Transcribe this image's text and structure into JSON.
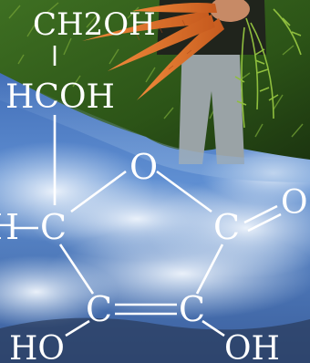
{
  "colors": {
    "foliage_dark": "#1f3a14",
    "foliage": "#3d6a22",
    "foliage_light": "#7fae3c",
    "carrot": "#e0702c",
    "carrot_dark": "#b9501a",
    "sky_top": "#3d66b0",
    "sky_mid": "#6f9ad6",
    "cloud": "#e4eef8",
    "formula_stroke": "#ffffff"
  },
  "formula": {
    "ch2oh": "CH2OH",
    "hcoh": "HCOH",
    "ring_o": "O",
    "ring_c_left": "C",
    "ring_c_right": "C",
    "ring_c_bottom_left": "C",
    "ring_c_bottom_right": "C",
    "h_left": "H",
    "carbonyl_o": "O",
    "ho": "HO",
    "oh": "OH"
  }
}
